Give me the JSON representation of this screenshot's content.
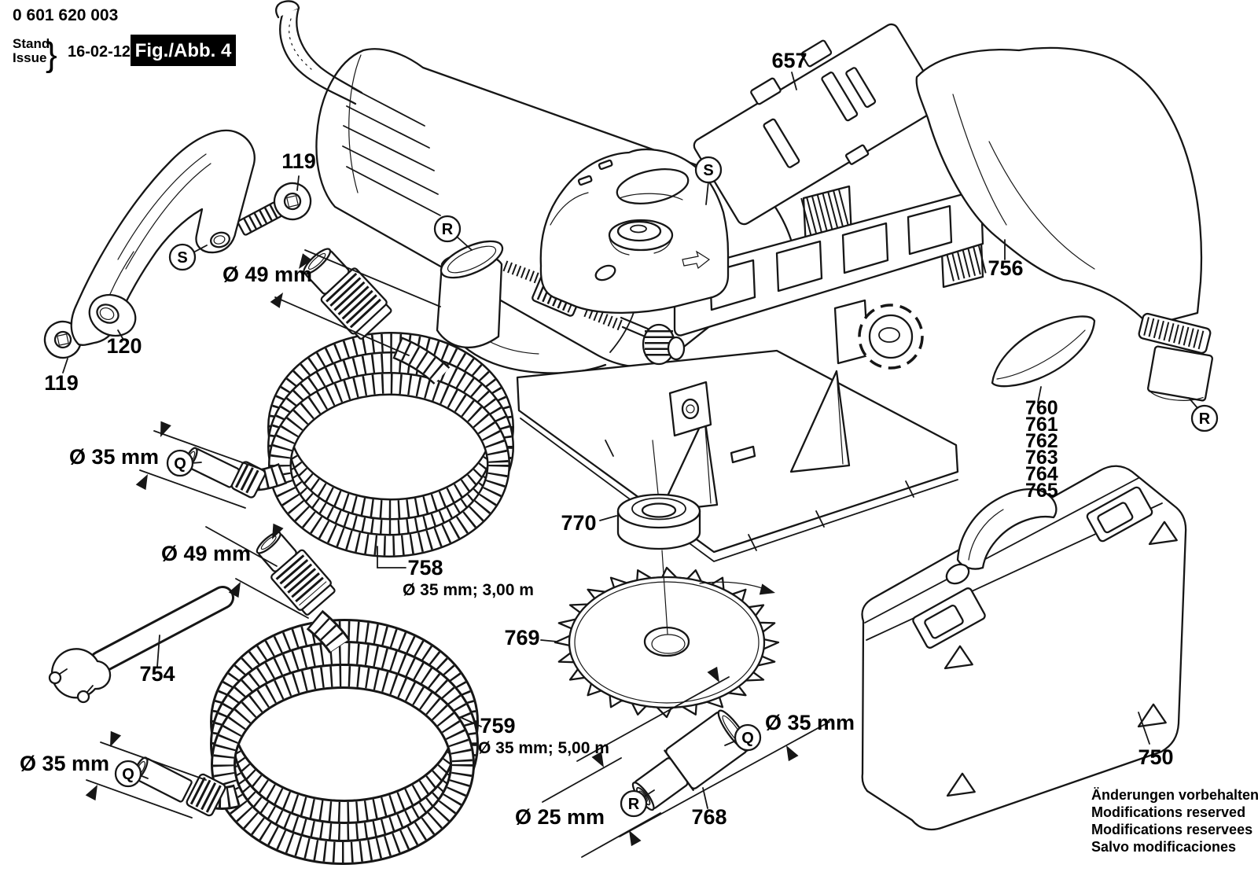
{
  "header": {
    "code": "0 601 620 003",
    "stand": "Stand",
    "issue": "Issue",
    "brace": "}",
    "date": "16-02-12",
    "figure": "Fig./Abb. 4"
  },
  "labels": {
    "p119_top": "119",
    "p119_left": "119",
    "p120": "120",
    "p657": "657",
    "p750": "750",
    "p754": "754",
    "p756": "756",
    "p758": "758",
    "p758_spec": "Ø 35 mm; 3,00 m",
    "p759": "759",
    "p759_spec": "Ø 35 mm; 5,00 m",
    "p760": "760",
    "p761": "761",
    "p762": "762",
    "p763": "763",
    "p764": "764",
    "p765": "765",
    "p768": "768",
    "p769": "769",
    "p770": "770"
  },
  "dims": {
    "d49_top": "Ø 49 mm",
    "d49_mid": "Ø 49 mm",
    "d35_left": "Ø 35 mm",
    "d35_bottom": "Ø 35 mm",
    "d35_right": "Ø 35 mm",
    "d25": "Ø 25 mm"
  },
  "callouts": {
    "s": "S",
    "r": "R",
    "q": "Q"
  },
  "footer": {
    "line1": "Änderungen vorbehalten",
    "line2": "Modifications reserved",
    "line3": "Modifications reservees",
    "line4": "Salvo modificaciones"
  }
}
